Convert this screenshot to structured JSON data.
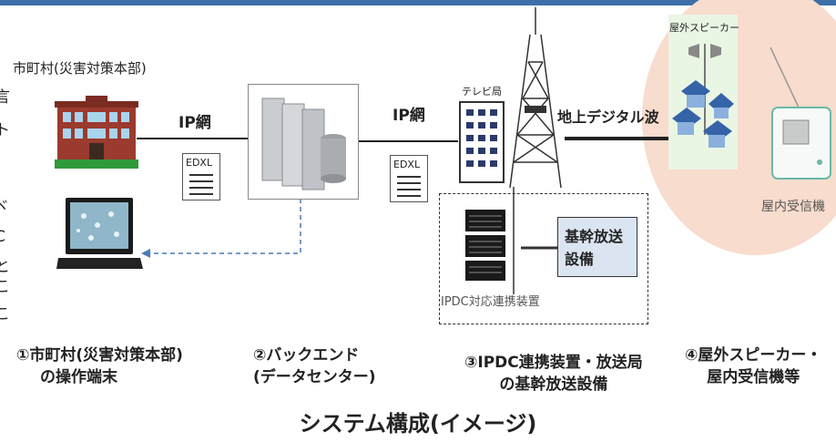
{
  "labels": {
    "city": "市町村(災害対策本部)",
    "ip_net_1": "IP網",
    "ip_net_2": "IP網",
    "tv_station": "テレビ局",
    "terrestrial": "地上デジタル波",
    "outdoor_speaker": "屋外スピーカー",
    "indoor_receiver": "屋内受信機",
    "edxl_1": "EDXL",
    "edxl_2": "EDXL",
    "ipdc_device": "IPDC対応連携装置",
    "backbone_line1": "基幹放送",
    "backbone_line2": "設備",
    "left_edge_chars": [
      "言",
      "ト",
      "ヾ",
      "C",
      "と",
      "こ",
      "こ"
    ]
  },
  "captions": {
    "c1_line1": "①市町村(災害対策本部)",
    "c1_line2": "の操作端末",
    "c2_line1": "②バックエンド",
    "c2_line2": "(データセンター)",
    "c3_line1": "③IPDC連携装置・放送局",
    "c3_line2": "の基幹放送設備",
    "c4_line1": "④屋外スピーカー・",
    "c4_line2": "屋内受信機等"
  },
  "title": "システム構成(イメージ)",
  "colors": {
    "accent": "#3d6fa8",
    "box_fill": "#dbe5f1",
    "circle": "#f8dccd"
  }
}
